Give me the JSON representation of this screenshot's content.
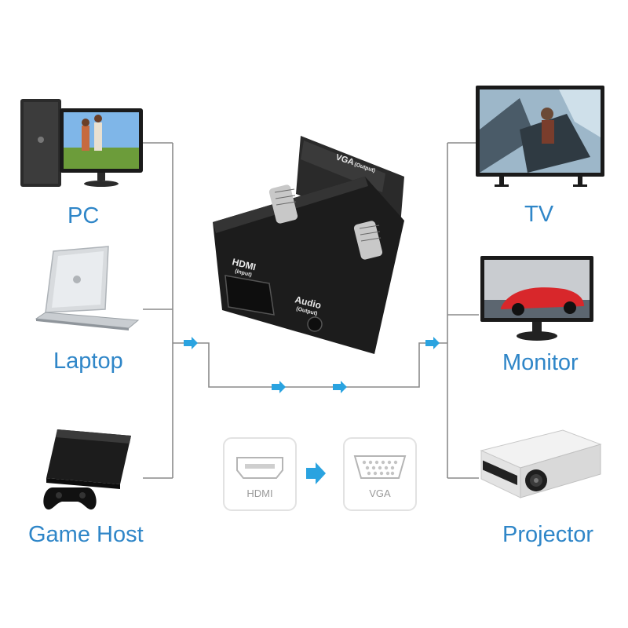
{
  "devices": {
    "sources": [
      {
        "label": "PC",
        "icon": "desktop-pc-icon"
      },
      {
        "label": "Laptop",
        "icon": "laptop-icon"
      },
      {
        "label": "Game Host",
        "icon": "game-console-icon"
      }
    ],
    "outputs": [
      {
        "label": "TV",
        "icon": "tv-icon"
      },
      {
        "label": "Monitor",
        "icon": "monitor-icon"
      },
      {
        "label": "Projector",
        "icon": "projector-icon"
      }
    ]
  },
  "adapter": {
    "vga_label": "VGA",
    "vga_sub": "(Output)",
    "hdmi_label": "HDMI",
    "hdmi_sub": "(Input)",
    "audio_label": "Audio",
    "audio_sub": "(Output)"
  },
  "conversion": {
    "from_label": "HDMI",
    "to_label": "VGA",
    "from_icon": "hdmi-port-icon",
    "to_icon": "vga-port-icon",
    "arrow_icon": "right-arrow-icon"
  },
  "colors": {
    "label_blue": "#2f86c8",
    "arrow_blue": "#2aa3e0",
    "line_gray": "#8a8a8a",
    "adapter_black": "#1c1c1c"
  }
}
